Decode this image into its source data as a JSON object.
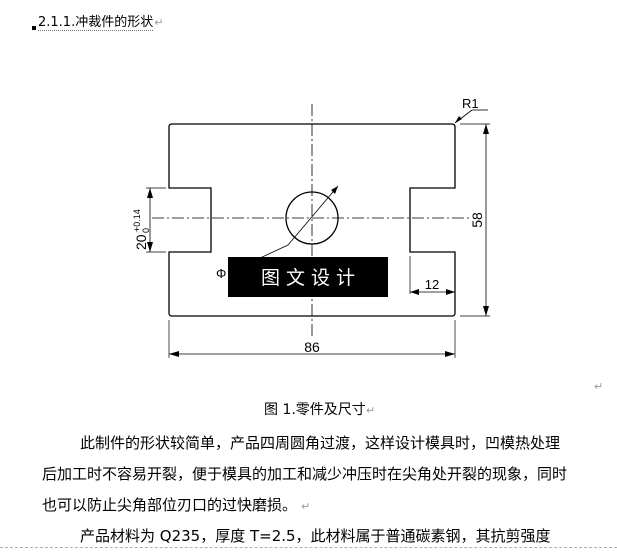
{
  "heading": {
    "text": "2.1.1.冲裁件的形状"
  },
  "drawing": {
    "dim_width": "86",
    "dim_height": "58",
    "dim_slot": "12",
    "dim_slot_height": "20",
    "dim_slot_tolerance_upper": "+0.14",
    "dim_slot_tolerance_lower": "0",
    "dim_radius": "R1",
    "dim_diameter_prefix": "Φ",
    "watermark": "图 文 设 计"
  },
  "caption": {
    "text": "图 1.零件及尺寸"
  },
  "body": {
    "line1": "此制件的形状较简单，产品四周圆角过渡，这样设计模具时，凹模热处理",
    "line2": "后加工时不容易开裂，便于模具的加工和减少冲压时在尖角处开裂的现象，同时",
    "line3": "也可以防止尖角部位刃口的过快磨损。",
    "line4": "产品材料为 Q235，厚度 T=2.5，此材料属于普通碳素钢，其抗剪强度"
  },
  "para_mark": "↵"
}
